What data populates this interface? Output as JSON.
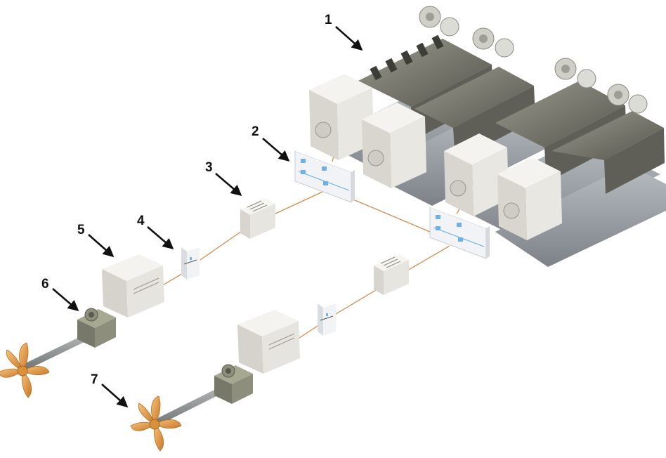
{
  "callouts": [
    {
      "id": "1",
      "label": "1"
    },
    {
      "id": "2",
      "label": "2"
    },
    {
      "id": "3",
      "label": "3"
    },
    {
      "id": "4",
      "label": "4"
    },
    {
      "id": "5",
      "label": "5"
    },
    {
      "id": "6",
      "label": "6"
    },
    {
      "id": "7",
      "label": "7"
    }
  ],
  "colors": {
    "cable": "#d38a4a",
    "propeller": "#e8a54a",
    "enclosure": "#e9e7e2",
    "engine_block": "#7a7a70",
    "panel_accent": "#6fb0e6",
    "arrow": "#111111"
  }
}
